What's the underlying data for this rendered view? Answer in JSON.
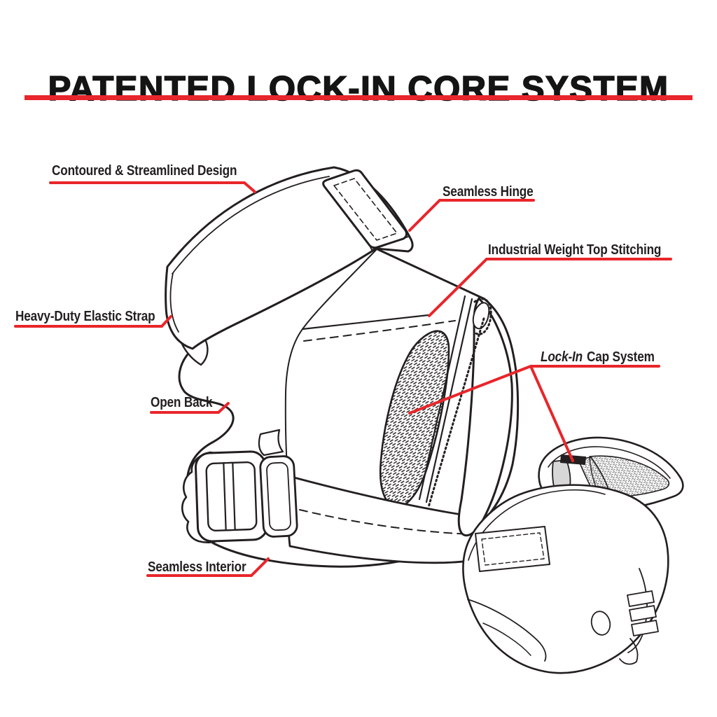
{
  "title": "PATENTED LOCK-IN CORE SYSTEM",
  "colors": {
    "accent_red": "#e8262b",
    "ink": "#231f20",
    "background": "#ffffff"
  },
  "diagram": {
    "subject": "knee pad feature diagram",
    "callouts": [
      {
        "label": "Contoured & Streamlined Design"
      },
      {
        "label": "Seamless Hinge"
      },
      {
        "label": "Industrial Weight Top Stitching"
      },
      {
        "label": "Heavy-Duty Elastic Strap"
      },
      {
        "label": "Open Back"
      },
      {
        "label": "Lock-In Cap System",
        "label_italic": "Lock-In",
        "label_rest": "Cap System"
      },
      {
        "label": "Seamless Interior"
      }
    ]
  }
}
